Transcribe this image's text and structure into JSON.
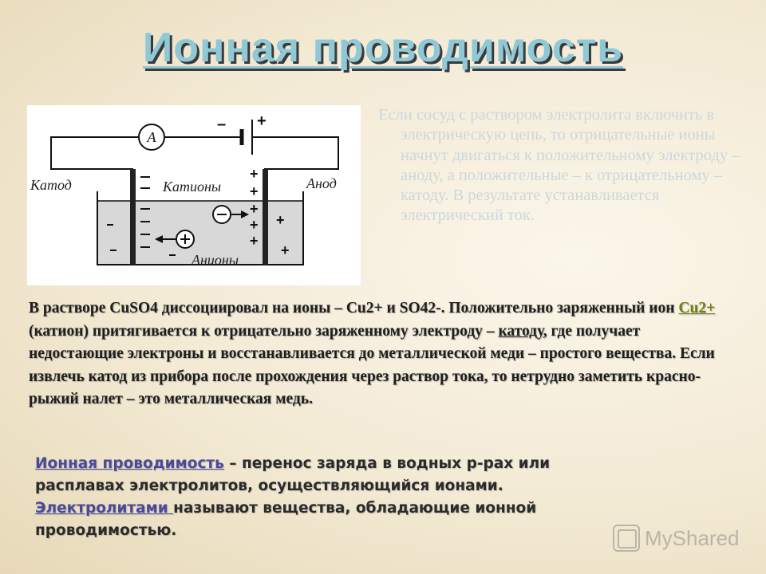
{
  "slide": {
    "title": "Ионная проводимость",
    "intro": "Если сосуд с раствором электролита включить в электрическую цепь, то отрицательные ионы начнут двигаться к положительному электроду – аноду, а положительные – к отрицательному – катоду. В результате устанавливается электрический ток.",
    "diagram": {
      "ammeter": "A",
      "cathode": "Катод",
      "anode": "Анод",
      "cations": "Катионы",
      "anions": "Анионы"
    },
    "body": {
      "p1": "В растворе CuSO4 диссоциировал на ионы – Cu2+ и SO42-. Положительно заряженный ион ",
      "cu": "Cu2+",
      "p2": " (катион) притягивается к отрицательно заряженному электроду – ",
      "cathode": "катоду",
      "p3": ", где получает недостающие электроны и восстанавливается до металлической меди – простого вещества. Если извлечь катод из прибора после прохождения через раствор тока, то нетрудно заметить красно-рыжий налет – это металлическая медь."
    },
    "definitions": {
      "term1": "Ионная проводимость",
      "def1": " – перенос заряда в водных р-рах или расплавах электролитов, осуществляющийся ионами.",
      "term2": "Электролитами ",
      "def2": "называют вещества, обладающие ионной проводимостью."
    },
    "watermark": "MyShared"
  }
}
